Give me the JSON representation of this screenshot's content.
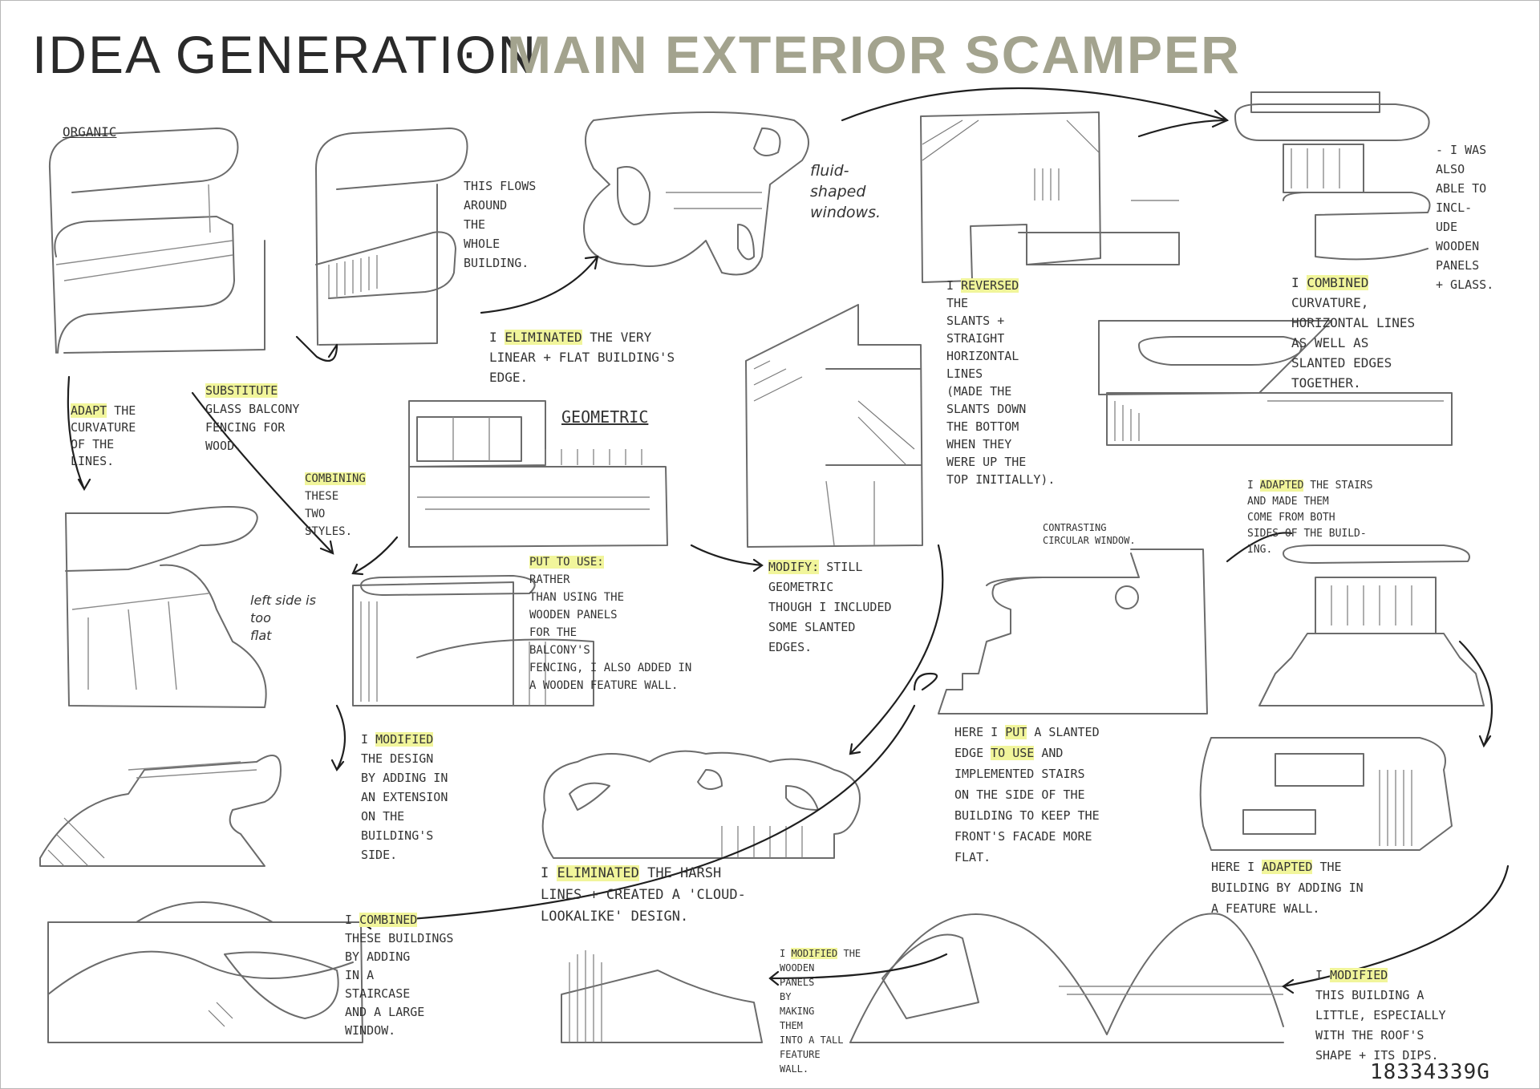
{
  "title": {
    "main": "IDEA GENERATION",
    "separator": "·",
    "sub": "MAIN EXTERIOR SCAMPER"
  },
  "labels": {
    "organic": "ORGANIC",
    "geometric": "GEOMETRIC"
  },
  "notes": {
    "flows_around": "THIS FLOWS\nAROUND\nTHE\nWHOLE\nBUILDING.",
    "fluid_windows": "fluid-\nshaped\nwindows.",
    "also_able_a": "- I WAS\nALSO\nABLE TO\nINCL-\nUDE\nWOODEN\nPANELS\n+ GLASS.",
    "eliminated_1_pre": "I ",
    "eliminated_1_hl": "ELIMINATED",
    "eliminated_1_post": " THE VERY\nLINEAR + FLAT BUILDING'S\nEDGE.",
    "reversed_pre": "I ",
    "reversed_hl": "REVERSED",
    "reversed_post": "\nTHE\nSLANTS +\nSTRAIGHT\nHORIZONTAL\nLINES\n(MADE THE\nSLANTS DOWN\nTHE BOTTOM\nWHEN THEY\nWERE UP THE\nTOP INITIALLY).",
    "combined_1_pre": "I ",
    "combined_1_hl": "COMBINED",
    "combined_1_post": "\nCURVATURE,\nHORIZONTAL LINES\nAS WELL AS\nSLANTED EDGES\nTOGETHER.",
    "adapt_hl": "ADAPT",
    "adapt_post": " THE\nCURVATURE\nOF THE\nLINES.",
    "substitute_hl": "SUBSTITUTE",
    "substitute_post": "\nGLASS BALCONY\nFENCING FOR\nWOOD.",
    "combining_hl": "COMBINING",
    "combining_post": "\nTHESE\nTWO\nSTYLES.",
    "left_flat": "left side is\ntoo\nflat",
    "put_to_use_hl": "PUT TO USE:",
    "put_to_use_post": "\nRATHER\nTHAN USING THE\nWOODEN PANELS\nFOR THE\nBALCONY'S\nFENCING, I ALSO ADDED IN\nA WOODEN FEATURE WALL.",
    "modify_hl": "MODIFY:",
    "modify_post": " STILL\nGEOMETRIC\nTHOUGH I INCLUDED\nSOME SLANTED\nEDGES.",
    "contrasting": "CONTRASTING\nCIRCULAR WINDOW.",
    "adapted_stairs_pre": "I ",
    "adapted_stairs_hl": "ADAPTED",
    "adapted_stairs_post": " THE STAIRS\nAND MADE THEM\nCOME FROM BOTH\nSIDES OF THE BUILD-\nING.",
    "modified_1_pre": "I ",
    "modified_1_hl": "MODIFIED",
    "modified_1_post": "\nTHE DESIGN\nBY ADDING IN\nAN EXTENSION\nON THE\nBUILDING'S\nSIDE.",
    "eliminated_2_pre": "I ",
    "eliminated_2_hl": "ELIMINATED",
    "eliminated_2_post": " THE HARSH\nLINES + CREATED A 'CLOUD-\nLOOKALIKE' DESIGN.",
    "here_put_pre": "HERE I ",
    "here_put_hl": "PUT",
    "here_put_mid": " A SLANTED\nEDGE ",
    "here_put_hl2": "TO USE",
    "here_put_post": " AND\nIMPLEMENTED STAIRS\nON THE SIDE OF THE\nBUILDING TO KEEP THE\nFRONT'S FACADE MORE\nFLAT.",
    "here_adapted_pre": "HERE I ",
    "here_adapted_hl": "ADAPTED",
    "here_adapted_post": " THE\nBUILDING BY ADDING IN\nA FEATURE WALL.",
    "combined_2_pre": "I ",
    "combined_2_hl": "COMBINED",
    "combined_2_post": "\nTHESE BUILDINGS\nBY ADDING\nIN A\nSTAIRCASE\nAND A LARGE\nWINDOW.",
    "modified_2_pre": "I ",
    "modified_2_hl": "MODIFIED",
    "modified_2_post": " THE\nWOODEN\nPANELS\nBY\nMAKING\nTHEM\nINTO A TALL\nFEATURE\nWALL.",
    "modified_3_pre": "I ",
    "modified_3_hl": "MODIFIED",
    "modified_3_post": "\nTHIS BUILDING A\nLITTLE, ESPECIALLY\nWITH THE ROOF'S\nSHAPE + ITS DIPS."
  },
  "student_id": "18334339G",
  "colors": {
    "highlight": "#f1f59b",
    "title_sub": "#a3a38e",
    "ink": "#2b2b2b",
    "pencil": "#6b6b6b"
  }
}
